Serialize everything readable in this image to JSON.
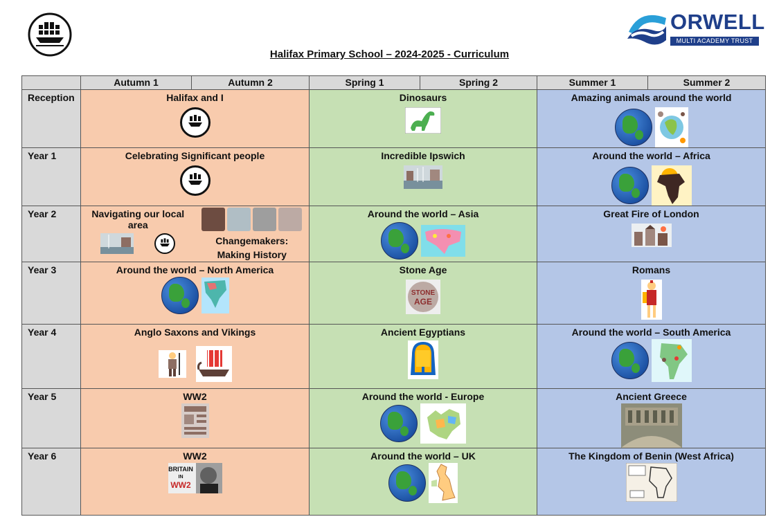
{
  "header": {
    "title": "Halifax Primary School – 2024-2025 - Curriculum",
    "trust_name": "ORWELL",
    "trust_tagline": "MULTI ACADEMY TRUST"
  },
  "columns": [
    "Autumn 1",
    "Autumn 2",
    "Spring 1",
    "Spring 2",
    "Summer 1",
    "Summer 2"
  ],
  "rows": [
    {
      "year": "Reception",
      "autumn": "Halifax and I",
      "spring": "Dinosaurs",
      "summer": "Amazing animals around the world"
    },
    {
      "year": "Year 1",
      "autumn": "Celebrating Significant people",
      "spring": "Incredible Ipswich",
      "summer": "Around the world – Africa"
    },
    {
      "year": "Year 2",
      "autumn1": "Navigating our local area",
      "autumn2": "Changemakers: Making History",
      "spring": "Around the world – Asia",
      "summer": "Great Fire of London"
    },
    {
      "year": "Year 3",
      "autumn": "Around the world – North America",
      "spring": "Stone Age",
      "summer": "Romans"
    },
    {
      "year": "Year 4",
      "autumn": "Anglo Saxons and Vikings",
      "spring": "Ancient Egyptians",
      "summer": "Around the world – South America"
    },
    {
      "year": "Year 5",
      "autumn": "WW2",
      "spring": "Around the world - Europe",
      "summer": "Ancient Greece"
    },
    {
      "year": "Year 6",
      "autumn": "WW2",
      "spring": "Around the world – UK",
      "summer": "The Kingdom of Benin (West Africa)"
    }
  ],
  "images": {
    "stone_age_text": "STONE AGE",
    "britain_ww2_text": "BRITAIN IN WW2"
  },
  "colors": {
    "autumn": "#f8cbad",
    "spring": "#c6e0b4",
    "summer": "#b4c6e7",
    "header": "#d9d9d9",
    "trust_blue": "#1f3f8a"
  }
}
